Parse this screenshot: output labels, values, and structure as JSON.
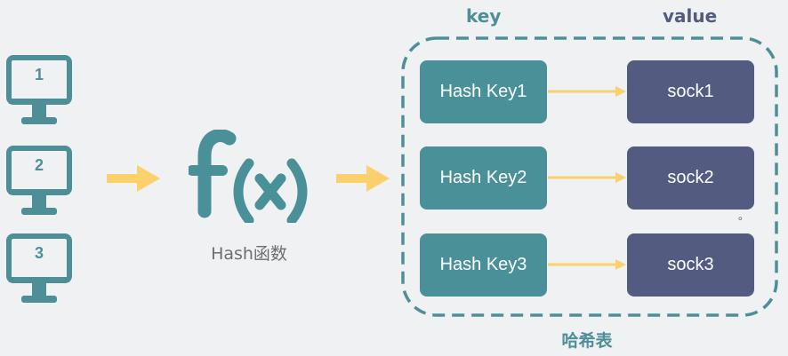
{
  "clients": [
    {
      "label": "1"
    },
    {
      "label": "2"
    },
    {
      "label": "3"
    }
  ],
  "hash_function": {
    "symbol": "f(x)",
    "label": "Hash函数"
  },
  "hash_table": {
    "key_header": "key",
    "value_header": "value",
    "caption": "哈希表",
    "rows": [
      {
        "key": "Hash Key1",
        "value": "sock1"
      },
      {
        "key": "Hash Key2",
        "value": "sock2"
      },
      {
        "key": "Hash Key3",
        "value": "sock3"
      }
    ]
  },
  "stray_mark": "。",
  "colors": {
    "teal": "#4a9098",
    "navy": "#535b80",
    "arrow": "#fcd06c",
    "outline": "#4e8f97",
    "background": "#eff1f3"
  }
}
